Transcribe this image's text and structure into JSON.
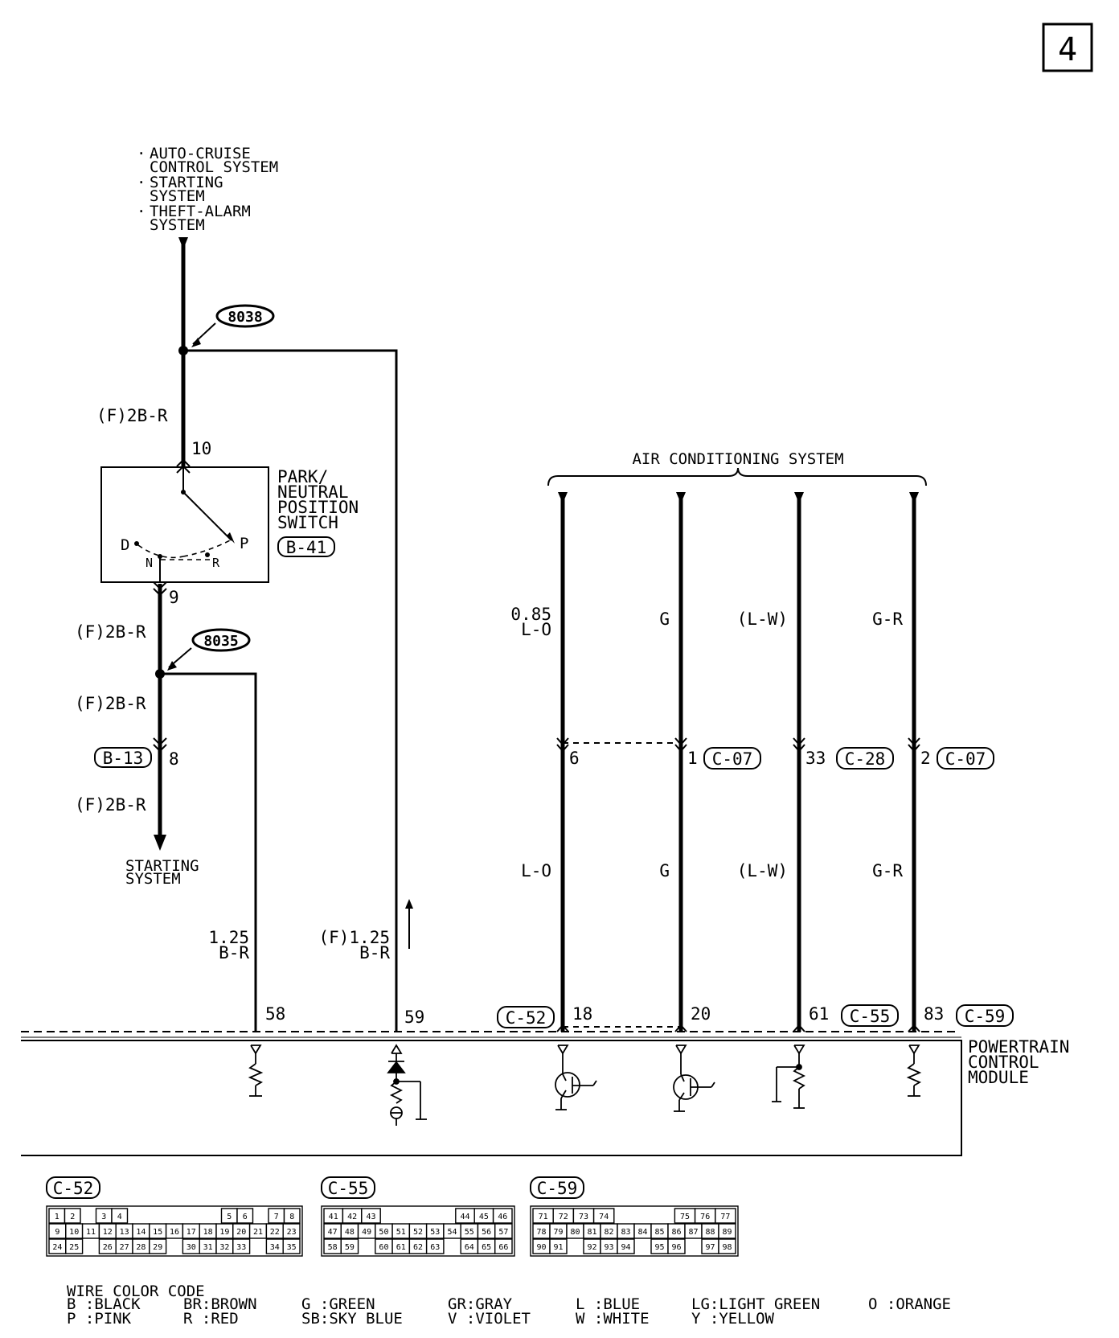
{
  "page_number": "4",
  "top_source": {
    "bullet": "·",
    "lines": [
      "AUTO-CRUISE",
      "CONTROL SYSTEM",
      "STARTING",
      "SYSTEM",
      "THEFT-ALARM",
      "SYSTEM"
    ]
  },
  "splices": {
    "s8038": "8038",
    "s8035": "8035"
  },
  "left_branch": {
    "wire_f_2b_r": "(F)2B-R",
    "switch_title": [
      "PARK/",
      "NEUTRAL",
      "POSITION",
      "SWITCH"
    ],
    "switch_connector": "B-41",
    "pin_10": "10",
    "pin_9": "9",
    "pin_8": "8",
    "connector_b13": "B-13",
    "positions": {
      "d": "D",
      "n": "N",
      "r": "R",
      "p": "P"
    },
    "starting_system": [
      "STARTING",
      "SYSTEM"
    ],
    "wire_58_label": [
      "1.25",
      "B-R"
    ],
    "wire_59_label": [
      "(F)1.25",
      "B-R"
    ]
  },
  "air_conditioning": {
    "title": "AIR CONDITIONING SYSTEM",
    "wires": [
      {
        "upper": [
          "0.85",
          "L-O"
        ],
        "lower": "L-O",
        "mid_pin": "6",
        "mid_connector": "",
        "pcm_pin": "18",
        "pcm_connector": "C-52"
      },
      {
        "upper": [
          "G"
        ],
        "lower": "G",
        "mid_pin": "1",
        "mid_connector": "C-07",
        "pcm_pin": "20",
        "pcm_connector": ""
      },
      {
        "upper": [
          "(L-W)"
        ],
        "lower": "(L-W)",
        "mid_pin": "33",
        "mid_connector": "C-28",
        "pcm_pin": "61",
        "pcm_connector": "C-55"
      },
      {
        "upper": [
          "G-R"
        ],
        "lower": "G-R",
        "mid_pin": "2",
        "mid_connector": "C-07",
        "pcm_pin": "83",
        "pcm_connector": "C-59"
      }
    ]
  },
  "pcm": {
    "pins": {
      "p58": "58",
      "p59": "59"
    },
    "title": [
      "POWERTRAIN",
      "CONTROL",
      "MODULE"
    ]
  },
  "connector_diagrams": [
    {
      "label": "C-52",
      "rows": [
        [
          "1",
          "2",
          "",
          "3",
          "4",
          "",
          "",
          "",
          "",
          "",
          "",
          "5",
          "6",
          "",
          "7",
          "8"
        ],
        [
          "9",
          "10",
          "11",
          "12",
          "13",
          "14",
          "15",
          "16",
          "17",
          "18",
          "19",
          "20",
          "21",
          "22",
          "23"
        ],
        [
          "24",
          "25",
          "",
          "26",
          "27",
          "28",
          "29",
          "",
          "30",
          "31",
          "32",
          "33",
          "",
          "34",
          "35"
        ]
      ]
    },
    {
      "label": "C-55",
      "rows": [
        [
          "41",
          "42",
          "43",
          "",
          "",
          "",
          "",
          "44",
          "45",
          "46"
        ],
        [
          "47",
          "48",
          "49",
          "50",
          "51",
          "52",
          "53",
          "54",
          "55",
          "56",
          "57"
        ],
        [
          "58",
          "59",
          "",
          "60",
          "61",
          "62",
          "63",
          "",
          "64",
          "65",
          "66"
        ]
      ]
    },
    {
      "label": "C-59",
      "rows": [
        [
          "71",
          "72",
          "73",
          "74",
          "",
          "",
          "",
          "75",
          "76",
          "77"
        ],
        [
          "78",
          "79",
          "80",
          "81",
          "82",
          "83",
          "84",
          "85",
          "86",
          "87",
          "88",
          "89"
        ],
        [
          "90",
          "91",
          "",
          "92",
          "93",
          "94",
          "",
          "95",
          "96",
          "",
          "97",
          "98"
        ]
      ]
    }
  ],
  "wire_color_code": {
    "title": "WIRE COLOR CODE",
    "row1": [
      "B :BLACK",
      "BR:BROWN",
      "G :GREEN",
      "GR:GRAY",
      "L :BLUE",
      "LG:LIGHT GREEN",
      "O :ORANGE"
    ],
    "row2": [
      "P :PINK",
      "R :RED",
      "SB:SKY BLUE",
      "V :VIOLET",
      "W :WHITE",
      "Y :YELLOW"
    ]
  }
}
